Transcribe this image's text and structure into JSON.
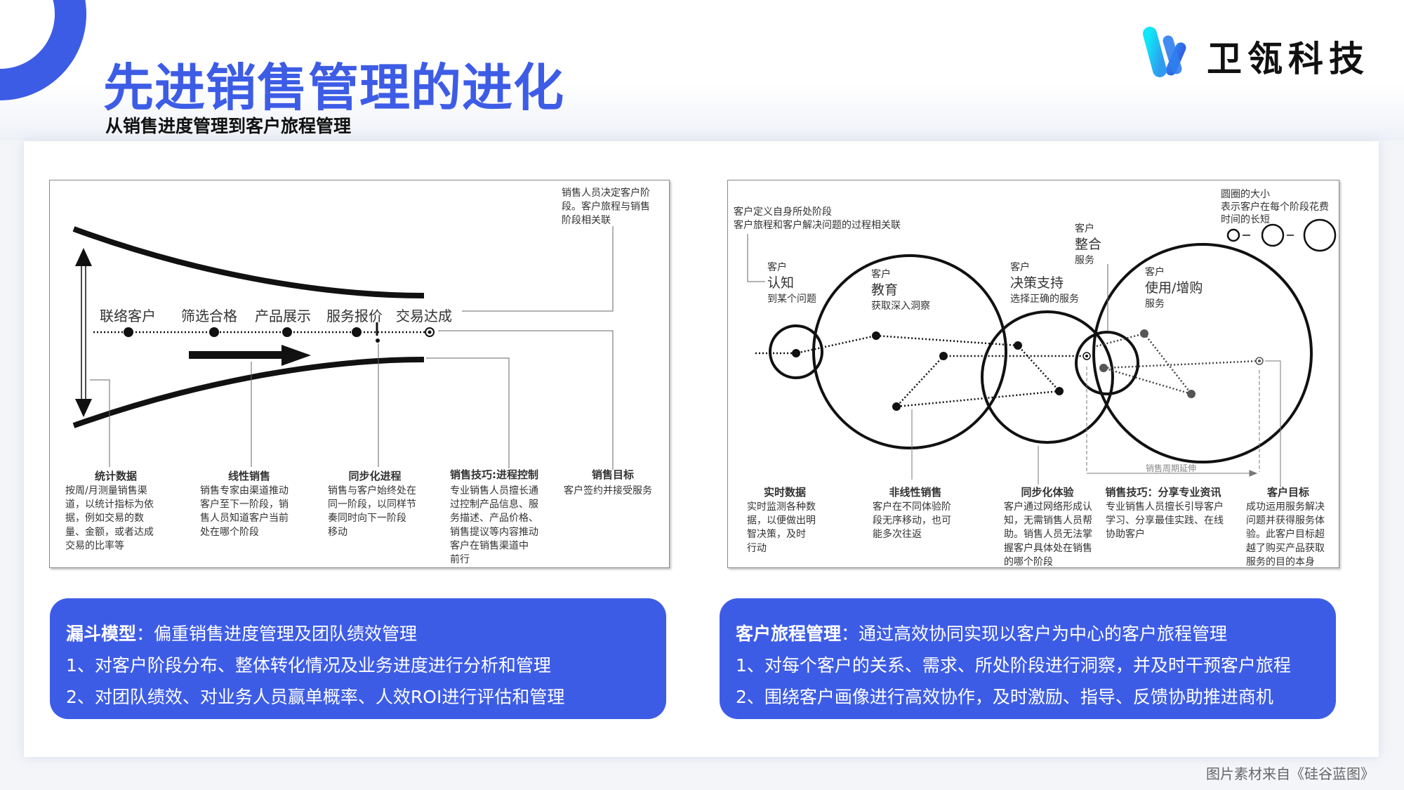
{
  "colors": {
    "accent": "#3d5ce6",
    "logo_gradient": [
      "#10e0f5",
      "#3a5ee6"
    ]
  },
  "header": {
    "title": "先进销售管理的进化",
    "subtitle": "从销售进度管理到客户旅程管理",
    "logo_text": "卫瓴科技"
  },
  "funnel_diagram": {
    "top_note": [
      "销售人员决定客户阶",
      "段。客户旅程与销售",
      "阶段相关联"
    ],
    "stages": [
      "联络客户",
      "筛选合格",
      "产品展示",
      "服务报价",
      "交易达成"
    ],
    "captions": [
      {
        "title": "统计数据",
        "lines": [
          "按周/月测量销售渠",
          "道，以统计指标为依",
          "据，例如交易的数",
          "量、金额，或者达成",
          "交易的比率等"
        ]
      },
      {
        "title": "线性销售",
        "lines": [
          "销售专家由渠道推动",
          "客户至下一阶段，销",
          "售人员知道客户当前",
          "处在哪个阶段"
        ]
      },
      {
        "title": "同步化进程",
        "lines": [
          "销售与客户始终处在",
          "同一阶段，以同样节",
          "奏同时向下一阶段",
          "移动"
        ]
      },
      {
        "title": "销售技巧:进程控制",
        "lines": [
          "专业销售人员擅长通",
          "过控制产品信息、服",
          "务描述、产品价格、",
          "销售提议等内容推动",
          "客户在销售渠道中",
          "前行"
        ]
      },
      {
        "title": "销售目标",
        "lines": [
          "客户签约并接受服务"
        ]
      }
    ]
  },
  "journey_diagram": {
    "top_note": [
      "客户定义自身所处阶段",
      "客户旅程和客户解决问题的过程相关联"
    ],
    "legend_note": [
      "圆圈的大小",
      "表示客户在每个阶段花费",
      "时间的长短"
    ],
    "stages": [
      {
        "pre": "客户",
        "name": "认知",
        "sub": "到某个问题"
      },
      {
        "pre": "客户",
        "name": "教育",
        "sub": "获取深入洞察"
      },
      {
        "pre": "客户",
        "name": "决策支持",
        "sub": "选择正确的服务"
      },
      {
        "pre": "客户",
        "name": "整合",
        "sub": "服务"
      },
      {
        "pre": "客户",
        "name": "使用/增购",
        "sub": "服务"
      }
    ],
    "cycle_label": "销售周期延伸",
    "captions": [
      {
        "title": "实时数据",
        "lines": [
          "实时监测各种数",
          "据，以便做出明",
          "智决策，及时",
          "行动"
        ]
      },
      {
        "title": "非线性销售",
        "lines": [
          "客户在不同体验阶",
          "段无序移动，也可",
          "能多次往返"
        ]
      },
      {
        "title": "同步化体验",
        "lines": [
          "客户通过网络形成认",
          "知，无需销售人员帮",
          "助。销售人员无法掌",
          "握客户具体处在销售",
          "的哪个阶段"
        ]
      },
      {
        "title": "销售技巧：分享专业资讯",
        "lines": [
          "专业销售人员擅长引导客户",
          "学习、分享最佳实践、在线",
          "协助客户"
        ]
      },
      {
        "title": "客户目标",
        "lines": [
          "成功运用服务解决",
          "问题并获得服务体",
          "验。此客户目标超",
          "越了购买产品获取",
          "服务的目的本身"
        ]
      }
    ]
  },
  "left_box": {
    "heading": "漏斗模型",
    "heading_rest": "：偏重销售进度管理及团队绩效管理",
    "items": [
      "1、对客户阶段分布、整体转化情况及业务进度进行分析和管理",
      "2、对团队绩效、对业务人员赢单概率、人效ROI进行评估和管理"
    ]
  },
  "right_box": {
    "heading": "客户旅程管理",
    "heading_rest": "：通过高效协同实现以客户为中心的客户旅程管理",
    "items": [
      "1、对每个客户的关系、需求、所处阶段进行洞察，并及时干预客户旅程",
      "2、围绕客户画像进行高效协作，及时激励、指导、反馈协助推进商机"
    ]
  },
  "footer": {
    "source": "图片素材来自《硅谷蓝图》"
  }
}
